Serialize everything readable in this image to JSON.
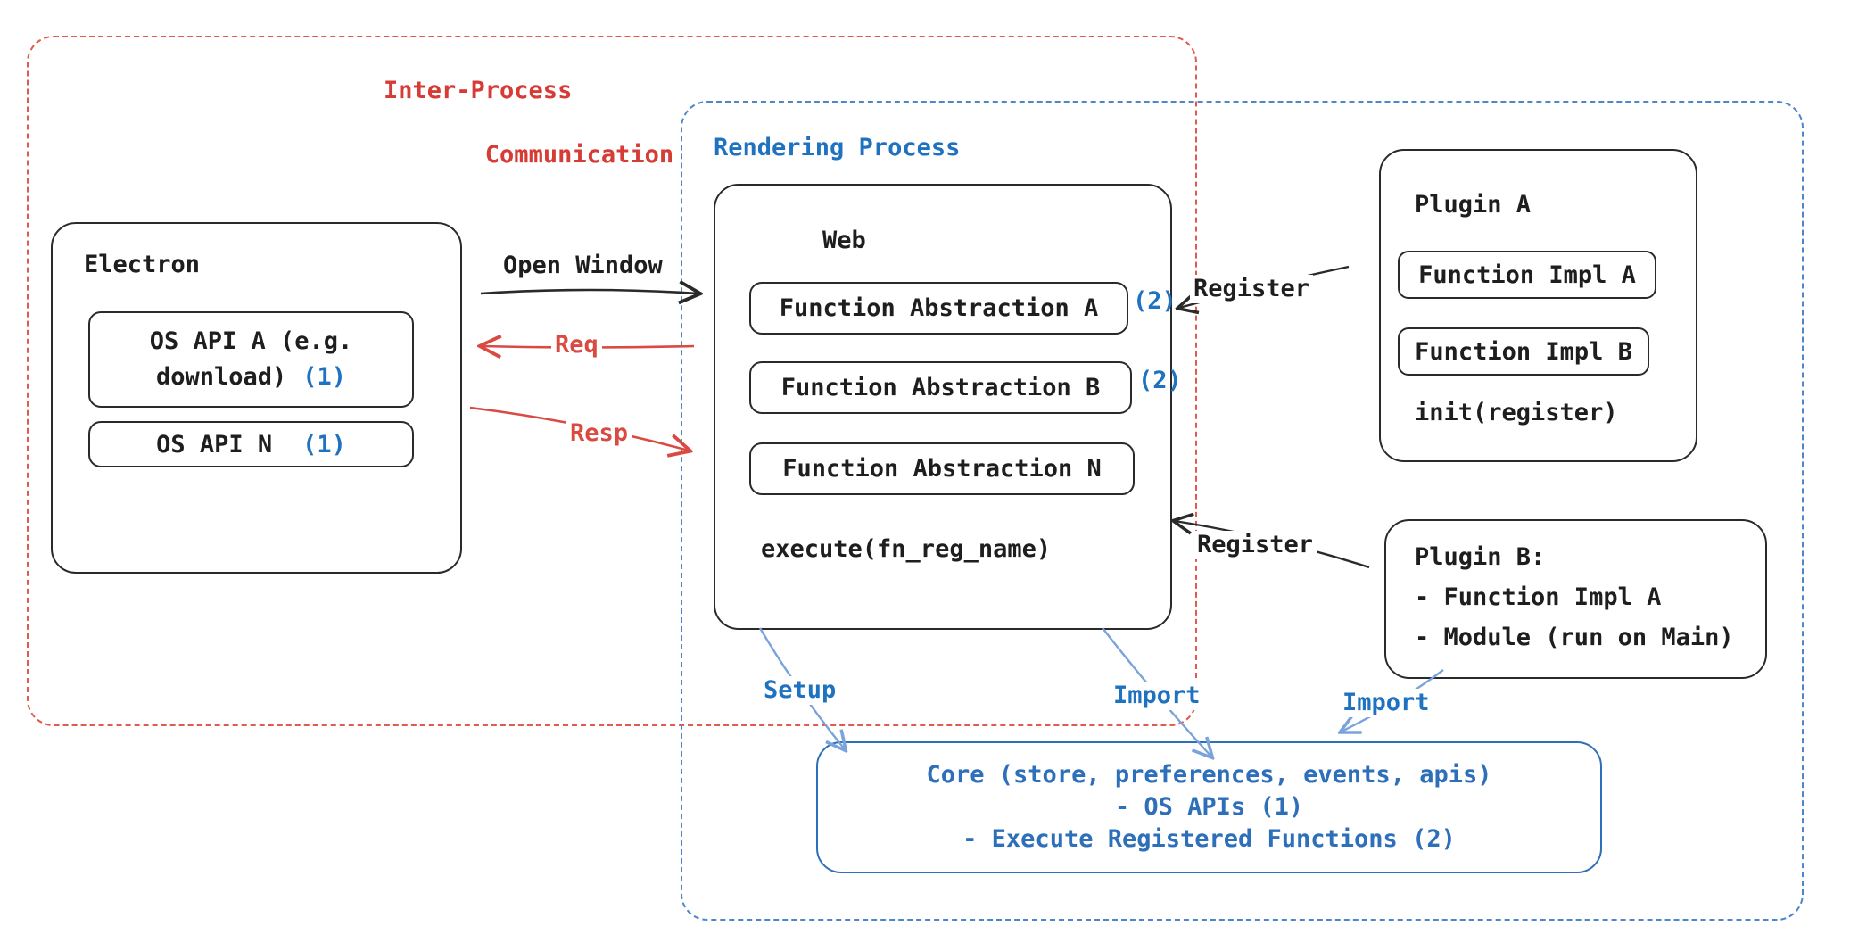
{
  "diagram": {
    "ipc": {
      "title_line1": "Inter-Process",
      "title_line2": "Communication"
    },
    "rendering_process": {
      "title": "Rendering Process"
    },
    "electron": {
      "title": "Electron",
      "os_api_a_line1": "OS API A (e.g.",
      "os_api_a_line2": "download)",
      "os_api_a_badge": "(1)",
      "os_api_n_label": "OS API N",
      "os_api_n_badge": "(1)"
    },
    "web": {
      "title": "Web",
      "function_abstraction_a": "Function Abstraction A",
      "function_abstraction_a_badge": "(2)",
      "function_abstraction_b": "Function Abstraction B",
      "function_abstraction_b_badge": "(2)",
      "function_abstraction_n": "Function Abstraction N",
      "execute_label": "execute(fn_reg_name)"
    },
    "plugin_a": {
      "title": "Plugin A",
      "function_impl_a": "Function Impl A",
      "function_impl_b": "Function Impl B",
      "init_label": "init(register)"
    },
    "plugin_b": {
      "title": "Plugin B:",
      "item1": "- Function Impl A",
      "item2": "- Module (run on Main)"
    },
    "core": {
      "line1": "Core (store, preferences, events, apis)",
      "line2": "- OS APIs (1)",
      "line3": "- Execute Registered Functions (2)"
    },
    "connectors": {
      "open_window": "Open Window",
      "req": "Req",
      "resp": "Resp",
      "register_top": "Register",
      "register_bottom": "Register",
      "setup": "Setup",
      "import_web": "Import",
      "import_plugin": "Import"
    }
  },
  "colors": {
    "red_text": "#d63b35",
    "red_dash": "#e05a50",
    "red_arrow": "#d94a42",
    "blue_text": "#1f72bf",
    "blue_dash": "#4d87c9",
    "blue_arrow": "#7aa3dc",
    "core_blue": "#2e6fba",
    "ink_black": "#1e1e1e"
  }
}
